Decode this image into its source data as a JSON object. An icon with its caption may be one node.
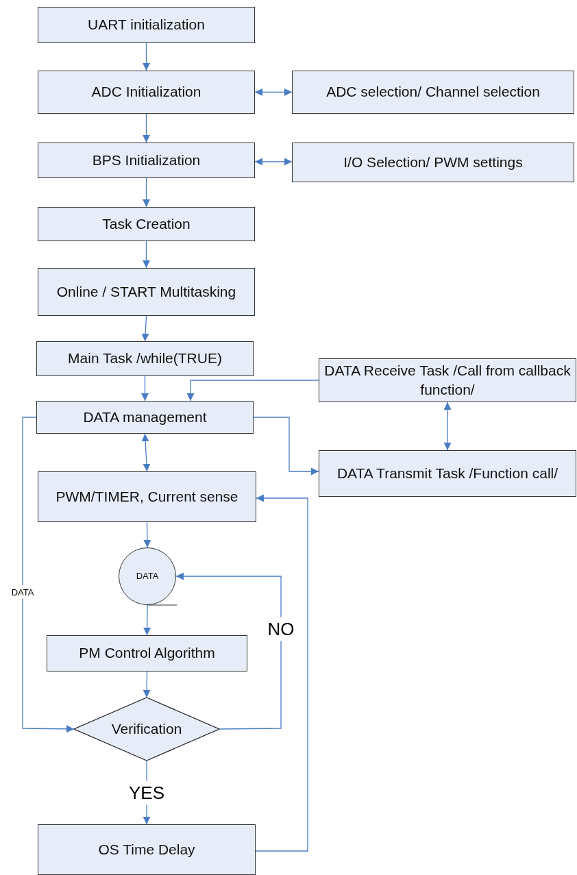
{
  "diagram": {
    "nodes": [
      {
        "text": [
          "UART initialization"
        ]
      },
      {
        "text": [
          "ADC Initialization"
        ]
      },
      {
        "text": [
          "ADC selection/ Channel selection"
        ]
      },
      {
        "text": [
          "BPS Initialization"
        ]
      },
      {
        "text": [
          "I/O Selection/ PWM settings"
        ]
      },
      {
        "text": [
          "Task Creation"
        ]
      },
      {
        "text": [
          "Online / START Multitasking"
        ]
      },
      {
        "text": [
          "Main Task /while(TRUE)"
        ]
      },
      {
        "text": [
          "DATA Receive Task /Call from callback function/"
        ]
      },
      {
        "text": [
          "DATA management"
        ]
      },
      {
        "text": [
          "DATA Transmit  Task /Function call/"
        ]
      },
      {
        "text": [
          "PWM/TIMER, Current sense"
        ]
      },
      {
        "text": [
          "DATA"
        ]
      },
      {
        "text": [
          "PM Control Algorithm"
        ]
      },
      {
        "text": [
          "Verification"
        ]
      },
      {
        "text": [
          "OS Time Delay"
        ]
      }
    ],
    "edges": [
      {
        "from": 0,
        "to": 1,
        "arrow": "to"
      },
      {
        "from": 1,
        "to": 2,
        "arrow": "both"
      },
      {
        "from": 1,
        "to": 3,
        "arrow": "to"
      },
      {
        "from": 3,
        "to": 4,
        "arrow": "both"
      },
      {
        "from": 3,
        "to": 5,
        "arrow": "to"
      },
      {
        "from": 5,
        "to": 6,
        "arrow": "to"
      },
      {
        "from": 6,
        "to": 7,
        "arrow": "to"
      },
      {
        "from": 7,
        "to": 9,
        "arrow": "to"
      },
      {
        "from": 8,
        "to": 9,
        "arrow": "to"
      },
      {
        "from": 9,
        "to": 11,
        "arrow": "both"
      },
      {
        "from": 9,
        "to": 10,
        "arrow": "to"
      },
      {
        "from": 8,
        "to": 10,
        "arrow": "both"
      },
      {
        "from": 11,
        "to": 12,
        "arrow": "to"
      },
      {
        "from": 12,
        "to": 13,
        "arrow": "to"
      },
      {
        "from": 13,
        "to": 14,
        "arrow": "to"
      },
      {
        "from": 14,
        "to": 12,
        "arrow": "to",
        "label": "NO"
      },
      {
        "from": 9,
        "to": 14,
        "arrow": "to",
        "label": "DATA"
      },
      {
        "from": 14,
        "to": 15,
        "arrow": "to",
        "label": "YES"
      },
      {
        "from": 15,
        "to": 11,
        "arrow": "to"
      }
    ]
  }
}
